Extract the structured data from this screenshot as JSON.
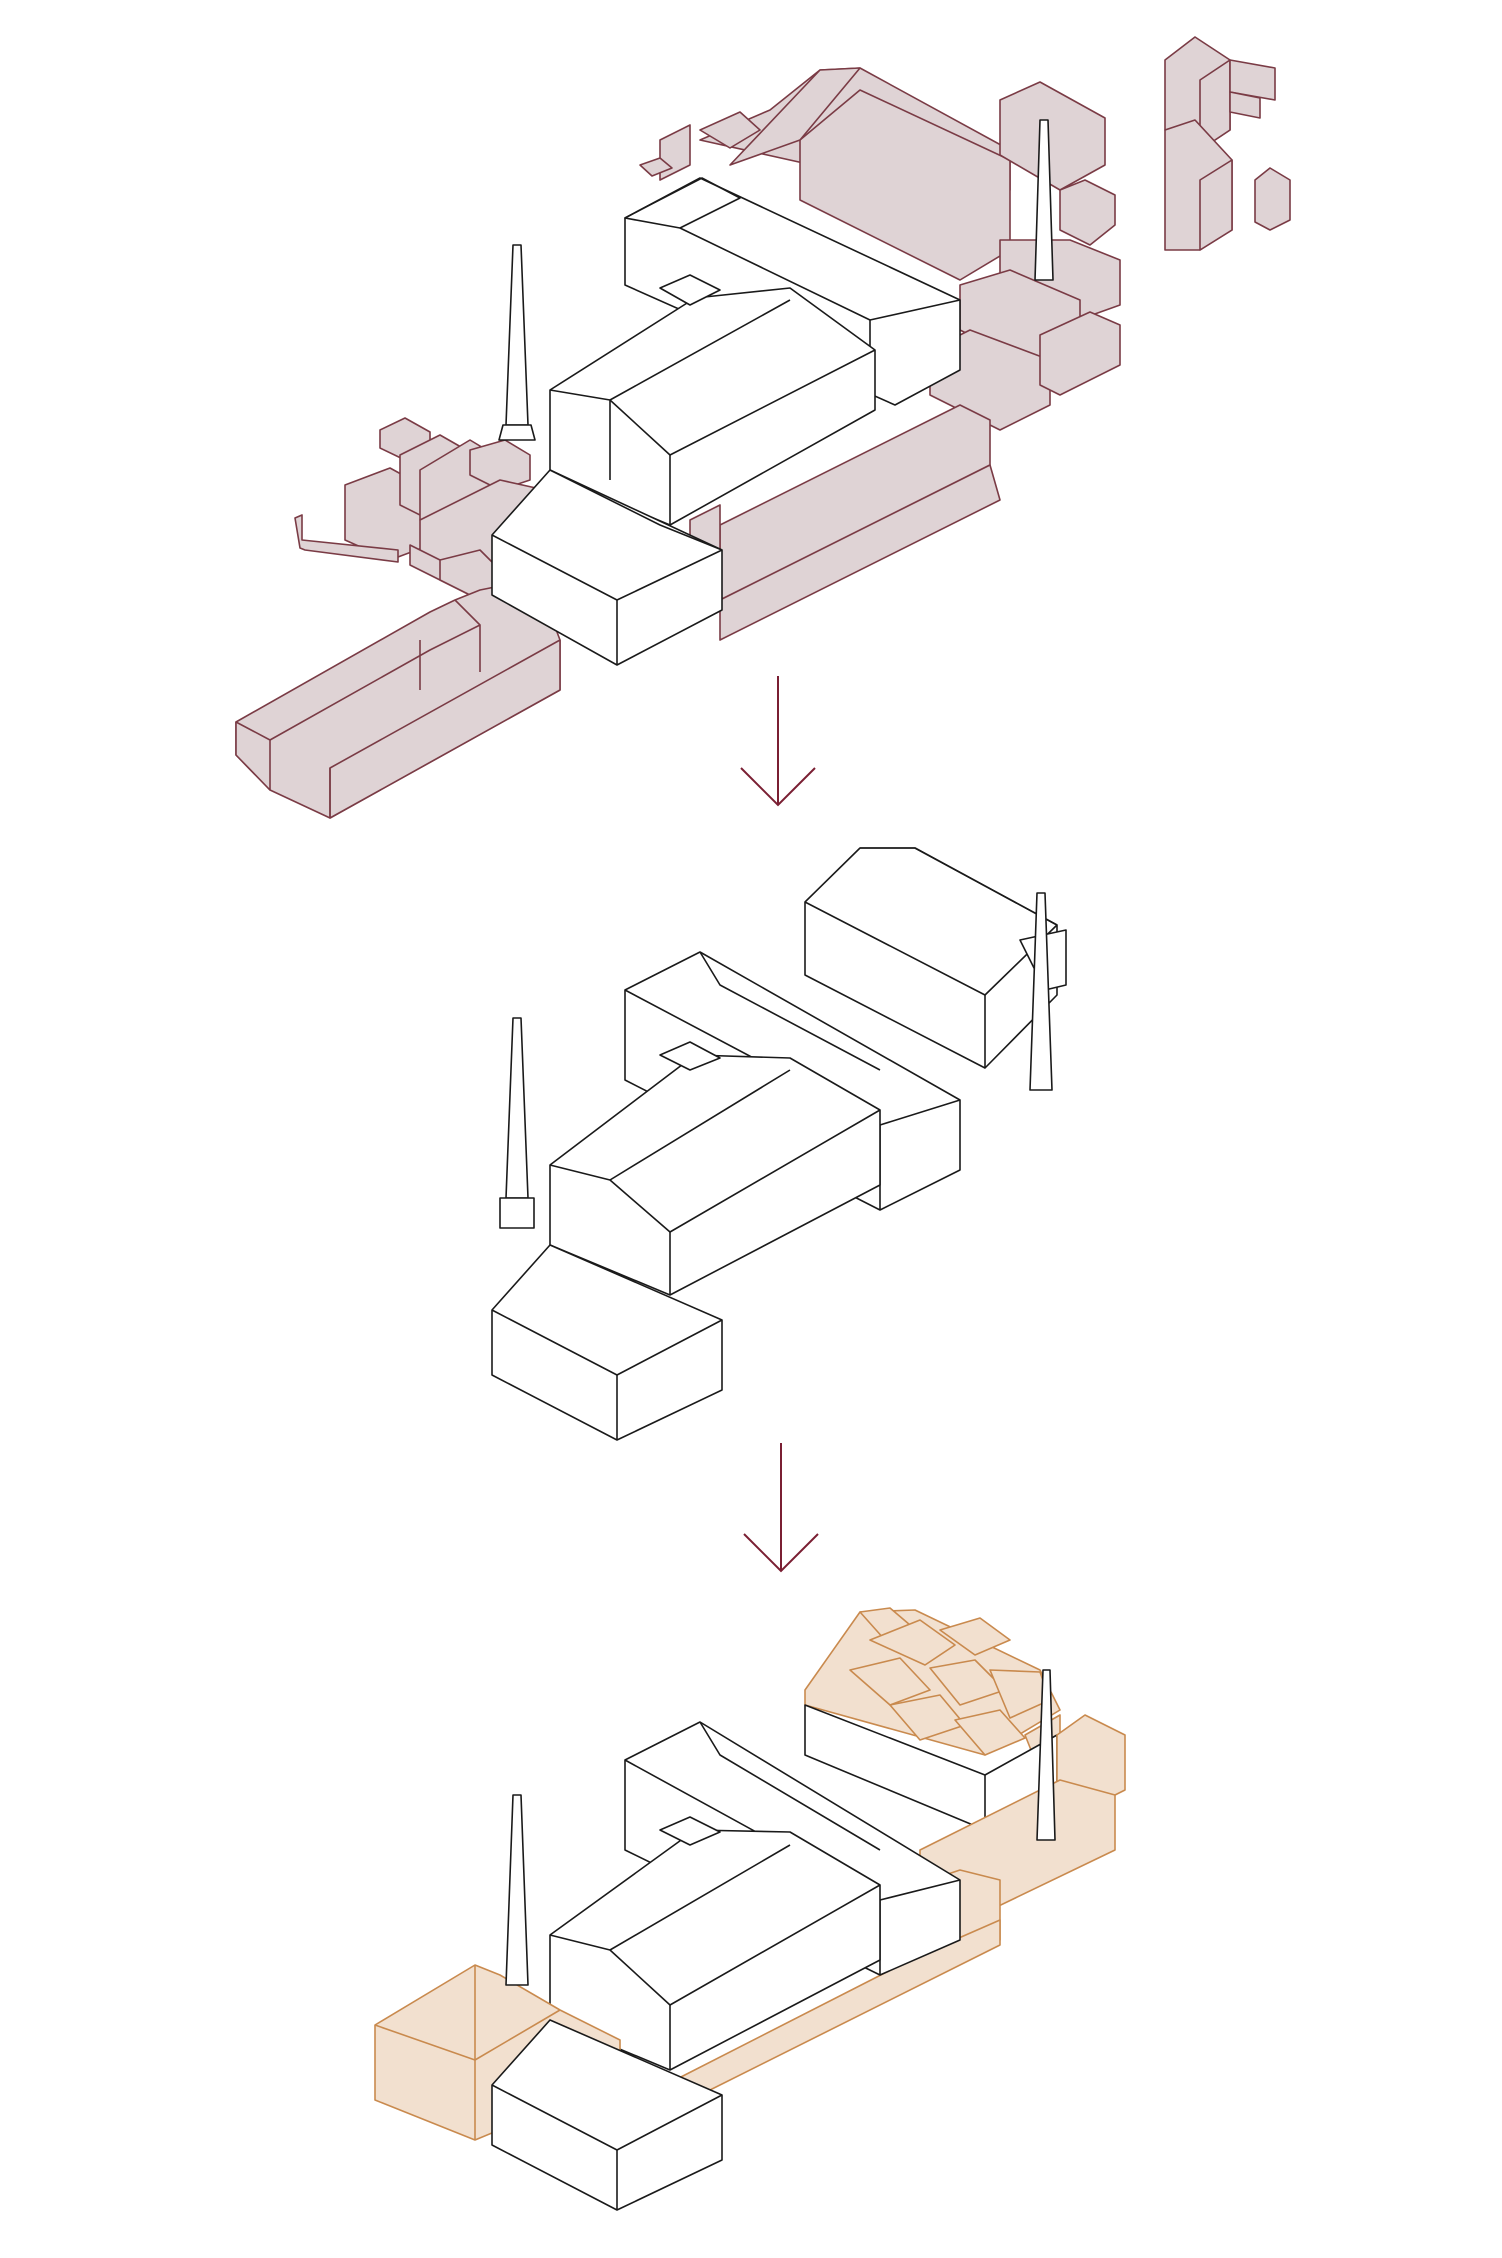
{
  "diagram": {
    "stages": [
      {
        "id": "existing",
        "fill_color": "#dfd3d5",
        "stroke_color": "#7a3b45"
      },
      {
        "id": "retained",
        "fill_color": "#ffffff",
        "stroke_color": "#1a1a1a"
      },
      {
        "id": "proposed",
        "fill_color": "#f2e0cf",
        "stroke_color": "#c98a4e"
      }
    ],
    "arrow_color": "#7a1f33"
  }
}
